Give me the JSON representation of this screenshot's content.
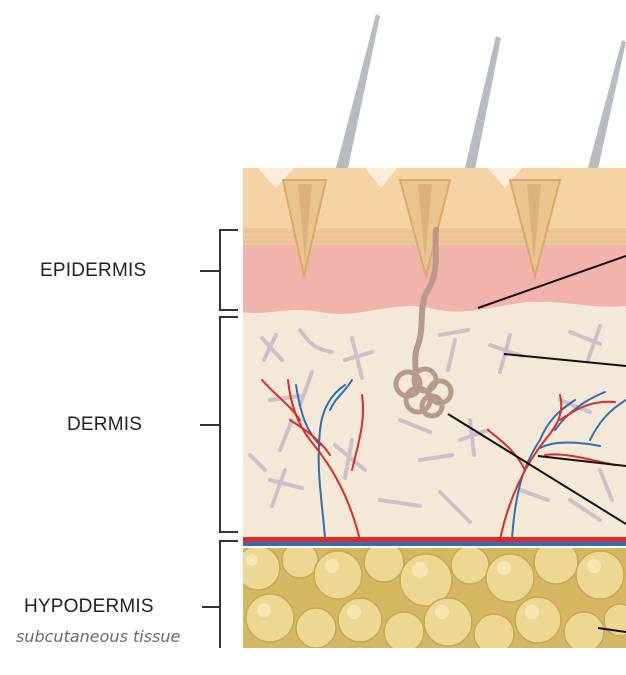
{
  "labels": {
    "epidermis": "EPIDERMIS",
    "dermis": "DERMIS",
    "hypodermis": "HYPODERMIS",
    "hypodermis_sub": "subcutaneous tissue"
  },
  "colors": {
    "epidermis_top": "#f6d3a3",
    "epidermis_pink": "#f3b3ad",
    "dermis": "#f3e9d6",
    "fibers": "#c9bccb",
    "hypodermis_bg": "#d6b863",
    "fat_globule": "#ecd793",
    "artery": "#e02a2a",
    "vein": "#2f6fb4",
    "hair": "#b7bcc4",
    "sweat_gland": "#b99a8a",
    "bracket": "#333333"
  }
}
